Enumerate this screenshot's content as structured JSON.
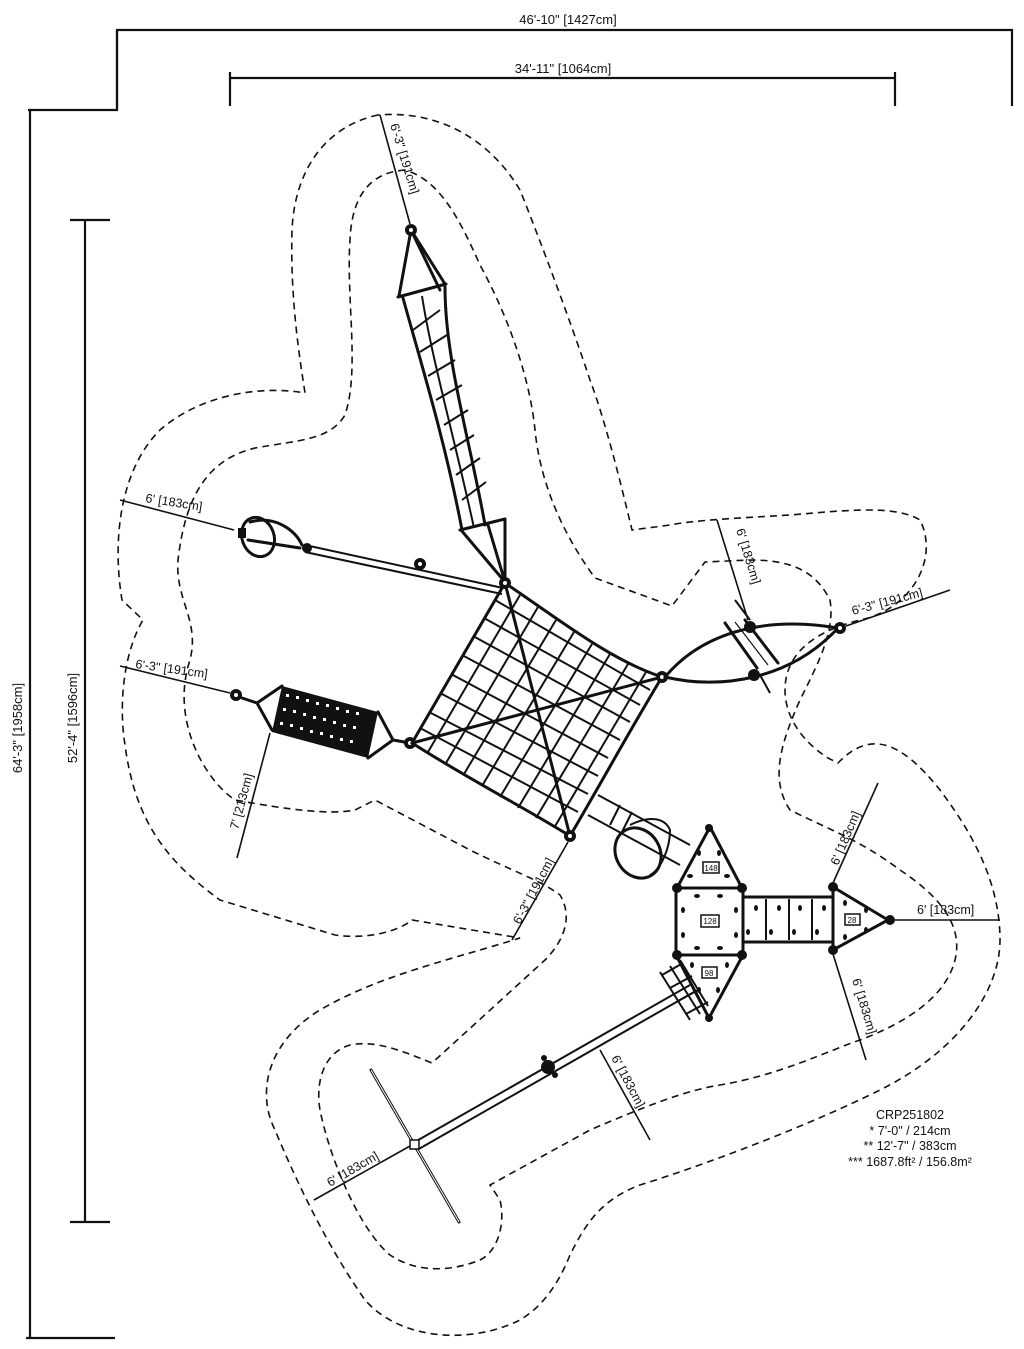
{
  "drawing": {
    "model_code": "CRP251802",
    "notes": [
      "* 7'-0\" / 214cm",
      "** 12'-7\" / 383cm",
      "*** 1687.8ft² / 156.8m²"
    ]
  },
  "overall_dimensions": {
    "width_total": "46'-10\" [1427cm]",
    "width_equipment": "34'-11\" [1064cm]",
    "height_total": "64'-3\" [1958cm]",
    "height_equipment": "52'-4\" [1596cm]"
  },
  "clearance_dimensions": {
    "top_climber": "6'-3\" [191cm]",
    "left_spinner": "6' [183cm]",
    "left_net_bridge": "6'-3\" [191cm]",
    "left_net_bridge_side": "7' [213cm]",
    "right_boat_top": "6' [183cm]",
    "right_boat_end": "6'-3\" [191cm]",
    "net_bottom_corner": "6'-3\" [191cm]",
    "deck_top_right": "6' [183cm]",
    "deck_right": "6' [183cm]",
    "deck_bottom_right": "6' [183cm]",
    "ladder_side": "6' [183cm]",
    "tee_end": "6' [183cm]"
  },
  "deck_labels": {
    "upper_triangle": "148",
    "square_deck": "128",
    "lower_triangle": "98",
    "right_triangle": "28"
  },
  "colors": {
    "ink": "#111111",
    "background": "#ffffff"
  }
}
